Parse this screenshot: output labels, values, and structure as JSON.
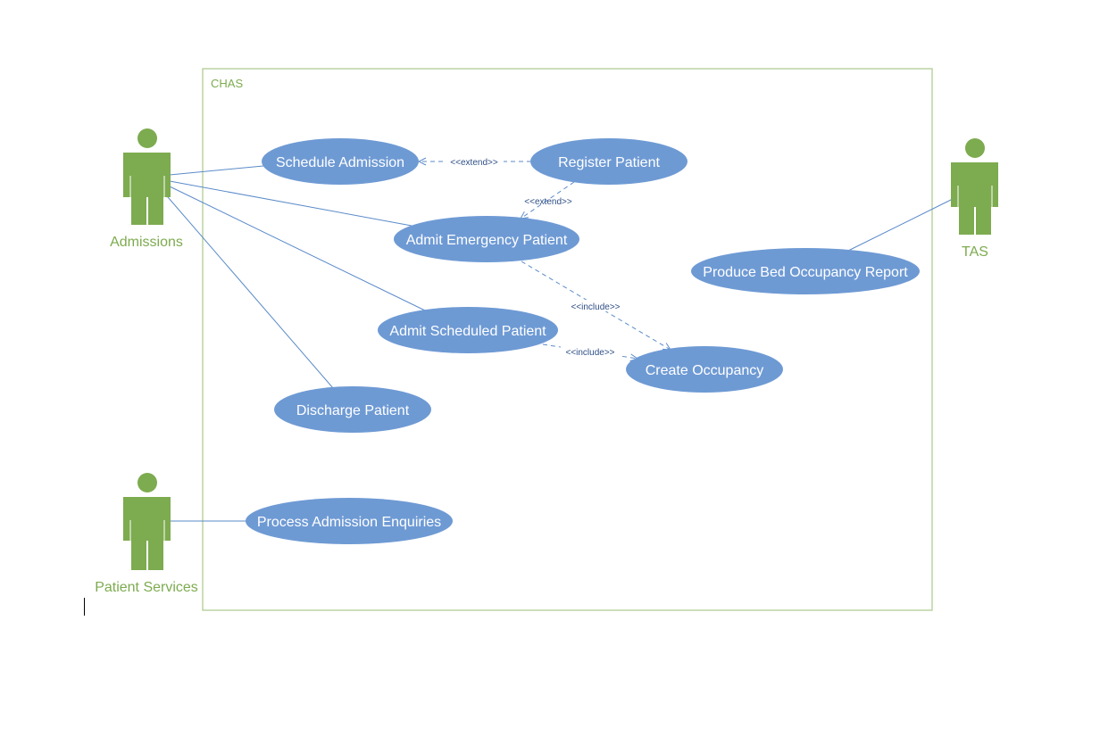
{
  "colors": {
    "actor": "#7dab4f",
    "boundary": "#a9c98a",
    "boundary_text": "#7dab4f",
    "usecase_fill": "#6e9ad4",
    "usecase_text": "#ffffff",
    "association": "#5b8bc9",
    "relation": "#5b8bc9",
    "relation_text": "#2f4f86"
  },
  "system_boundary": {
    "label": "CHAS"
  },
  "actors": {
    "admissions": {
      "label": "Admissions",
      "icon": "stick-figure-icon"
    },
    "patient_services": {
      "label": "Patient Services",
      "icon": "stick-figure-icon"
    },
    "tas": {
      "label": "TAS",
      "icon": "stick-figure-icon"
    }
  },
  "use_cases": {
    "schedule_admission": "Schedule Admission",
    "register_patient": "Register Patient",
    "admit_emergency_patient": "Admit Emergency Patient",
    "admit_scheduled_patient": "Admit Scheduled Patient",
    "create_occupancy": "Create Occupancy",
    "discharge_patient": "Discharge Patient",
    "process_admission_enquiries": "Process Admission Enquiries",
    "produce_bed_occupancy_report": "Produce Bed Occupancy Report"
  },
  "relationships": {
    "extend_schedule": "<<extend>>",
    "extend_emergency": "<<extend>>",
    "include_emergency": "<<include>>",
    "include_scheduled": "<<include>>"
  }
}
